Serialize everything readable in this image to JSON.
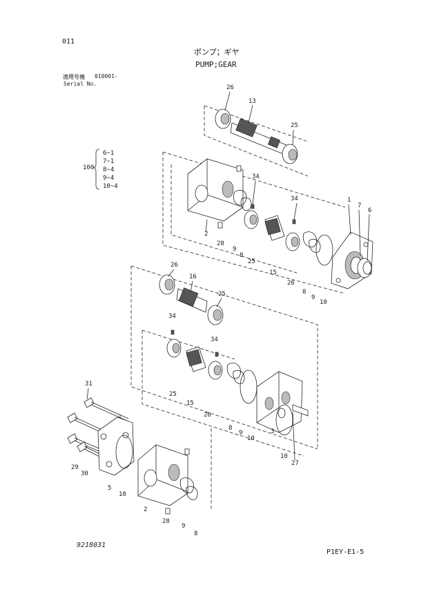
{
  "header": {
    "page_no": "011",
    "title_jp": "ポンプ；ギヤ",
    "title_en": "PUMP;GEAR",
    "serial_jp": "適用号機",
    "serial_range": "010001-",
    "serial_en": "Serial No."
  },
  "kit": {
    "label": "100",
    "items": [
      "6~1",
      "7~1",
      "8~4",
      "9~4",
      "10~4"
    ]
  },
  "callouts": [
    "26",
    "13",
    "25",
    "34",
    "2",
    "28",
    "9",
    "8",
    "25",
    "15",
    "34",
    "26",
    "8",
    "9",
    "10",
    "1",
    "7",
    "6",
    "26",
    "16",
    "25",
    "34",
    "34",
    "25",
    "15",
    "26",
    "8",
    "9",
    "10",
    "3",
    "10",
    "27",
    "31",
    "29",
    "30",
    "5",
    "10",
    "2",
    "28",
    "9",
    "8"
  ],
  "footer": {
    "drawing_no": "9218031",
    "page_ref": "P1EY-E1-5"
  }
}
